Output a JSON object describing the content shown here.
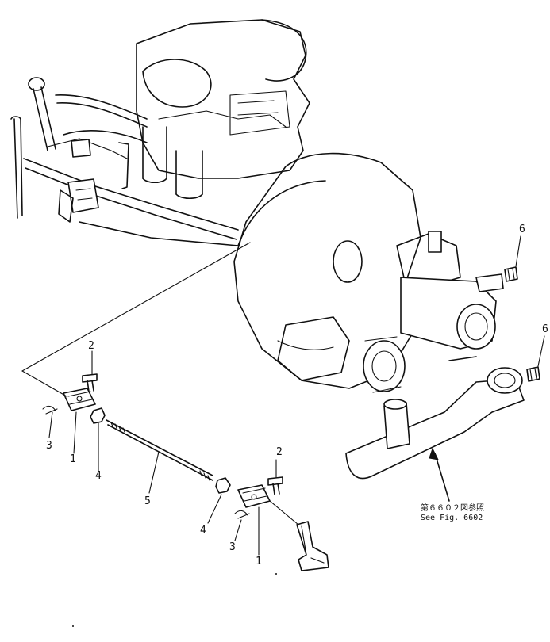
{
  "callouts": {
    "p1a": "1",
    "p1b": "1",
    "p2a": "2",
    "p2b": "2",
    "p3a": "3",
    "p3b": "3",
    "p4a": "4",
    "p4b": "4",
    "p5": "5",
    "p6a": "6",
    "p6b": "6"
  },
  "reference": {
    "japanese": "第６６０２図参照",
    "english": "See Fig. 6602"
  }
}
